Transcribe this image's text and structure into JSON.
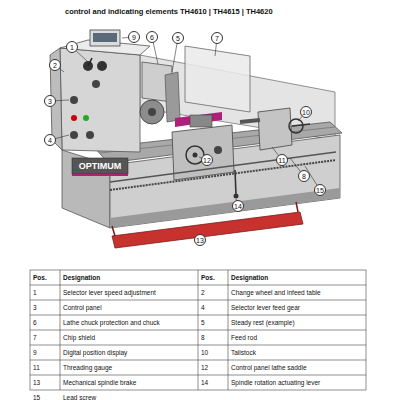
{
  "diagram": {
    "title": "control and indicating elements TH4610 | TH4615 | TH4620",
    "nodes": [
      {
        "text": [
          "1"
        ]
      },
      {
        "text": [
          "9"
        ]
      },
      {
        "text": [
          "6"
        ]
      },
      {
        "text": [
          "5"
        ]
      },
      {
        "text": [
          "7"
        ]
      },
      {
        "text": [
          "2"
        ]
      },
      {
        "text": [
          "3"
        ]
      },
      {
        "text": [
          "4"
        ]
      },
      {
        "text": [
          "10"
        ]
      },
      {
        "text": [
          "11"
        ]
      },
      {
        "text": [
          "12"
        ]
      },
      {
        "text": [
          "8"
        ]
      },
      {
        "text": [
          "15"
        ]
      },
      {
        "text": [
          "14"
        ]
      },
      {
        "text": [
          "13"
        ]
      }
    ],
    "labels": [
      "OPTIMUM",
      "Pos.",
      "Designation",
      "Pos.",
      "Designation",
      "1",
      "Selector lever speed adjustment",
      "2",
      "Change wheel and infeed table",
      "3",
      "Control panel",
      "4",
      "Selector lever feed gear",
      "6",
      "Lathe chuck protection and chuck",
      "5",
      "Steady rest (example)",
      "7",
      "Chip shield",
      "8",
      "Feed rod",
      "9",
      "Digital position display",
      "10",
      "Tailstock",
      "11",
      "Threading gauge",
      "12",
      "Control panel lathe saddle",
      "13",
      "Mechanical spindle brake",
      "14",
      "Spindle rotation actuating lever",
      "15",
      "Lead screw"
    ]
  }
}
